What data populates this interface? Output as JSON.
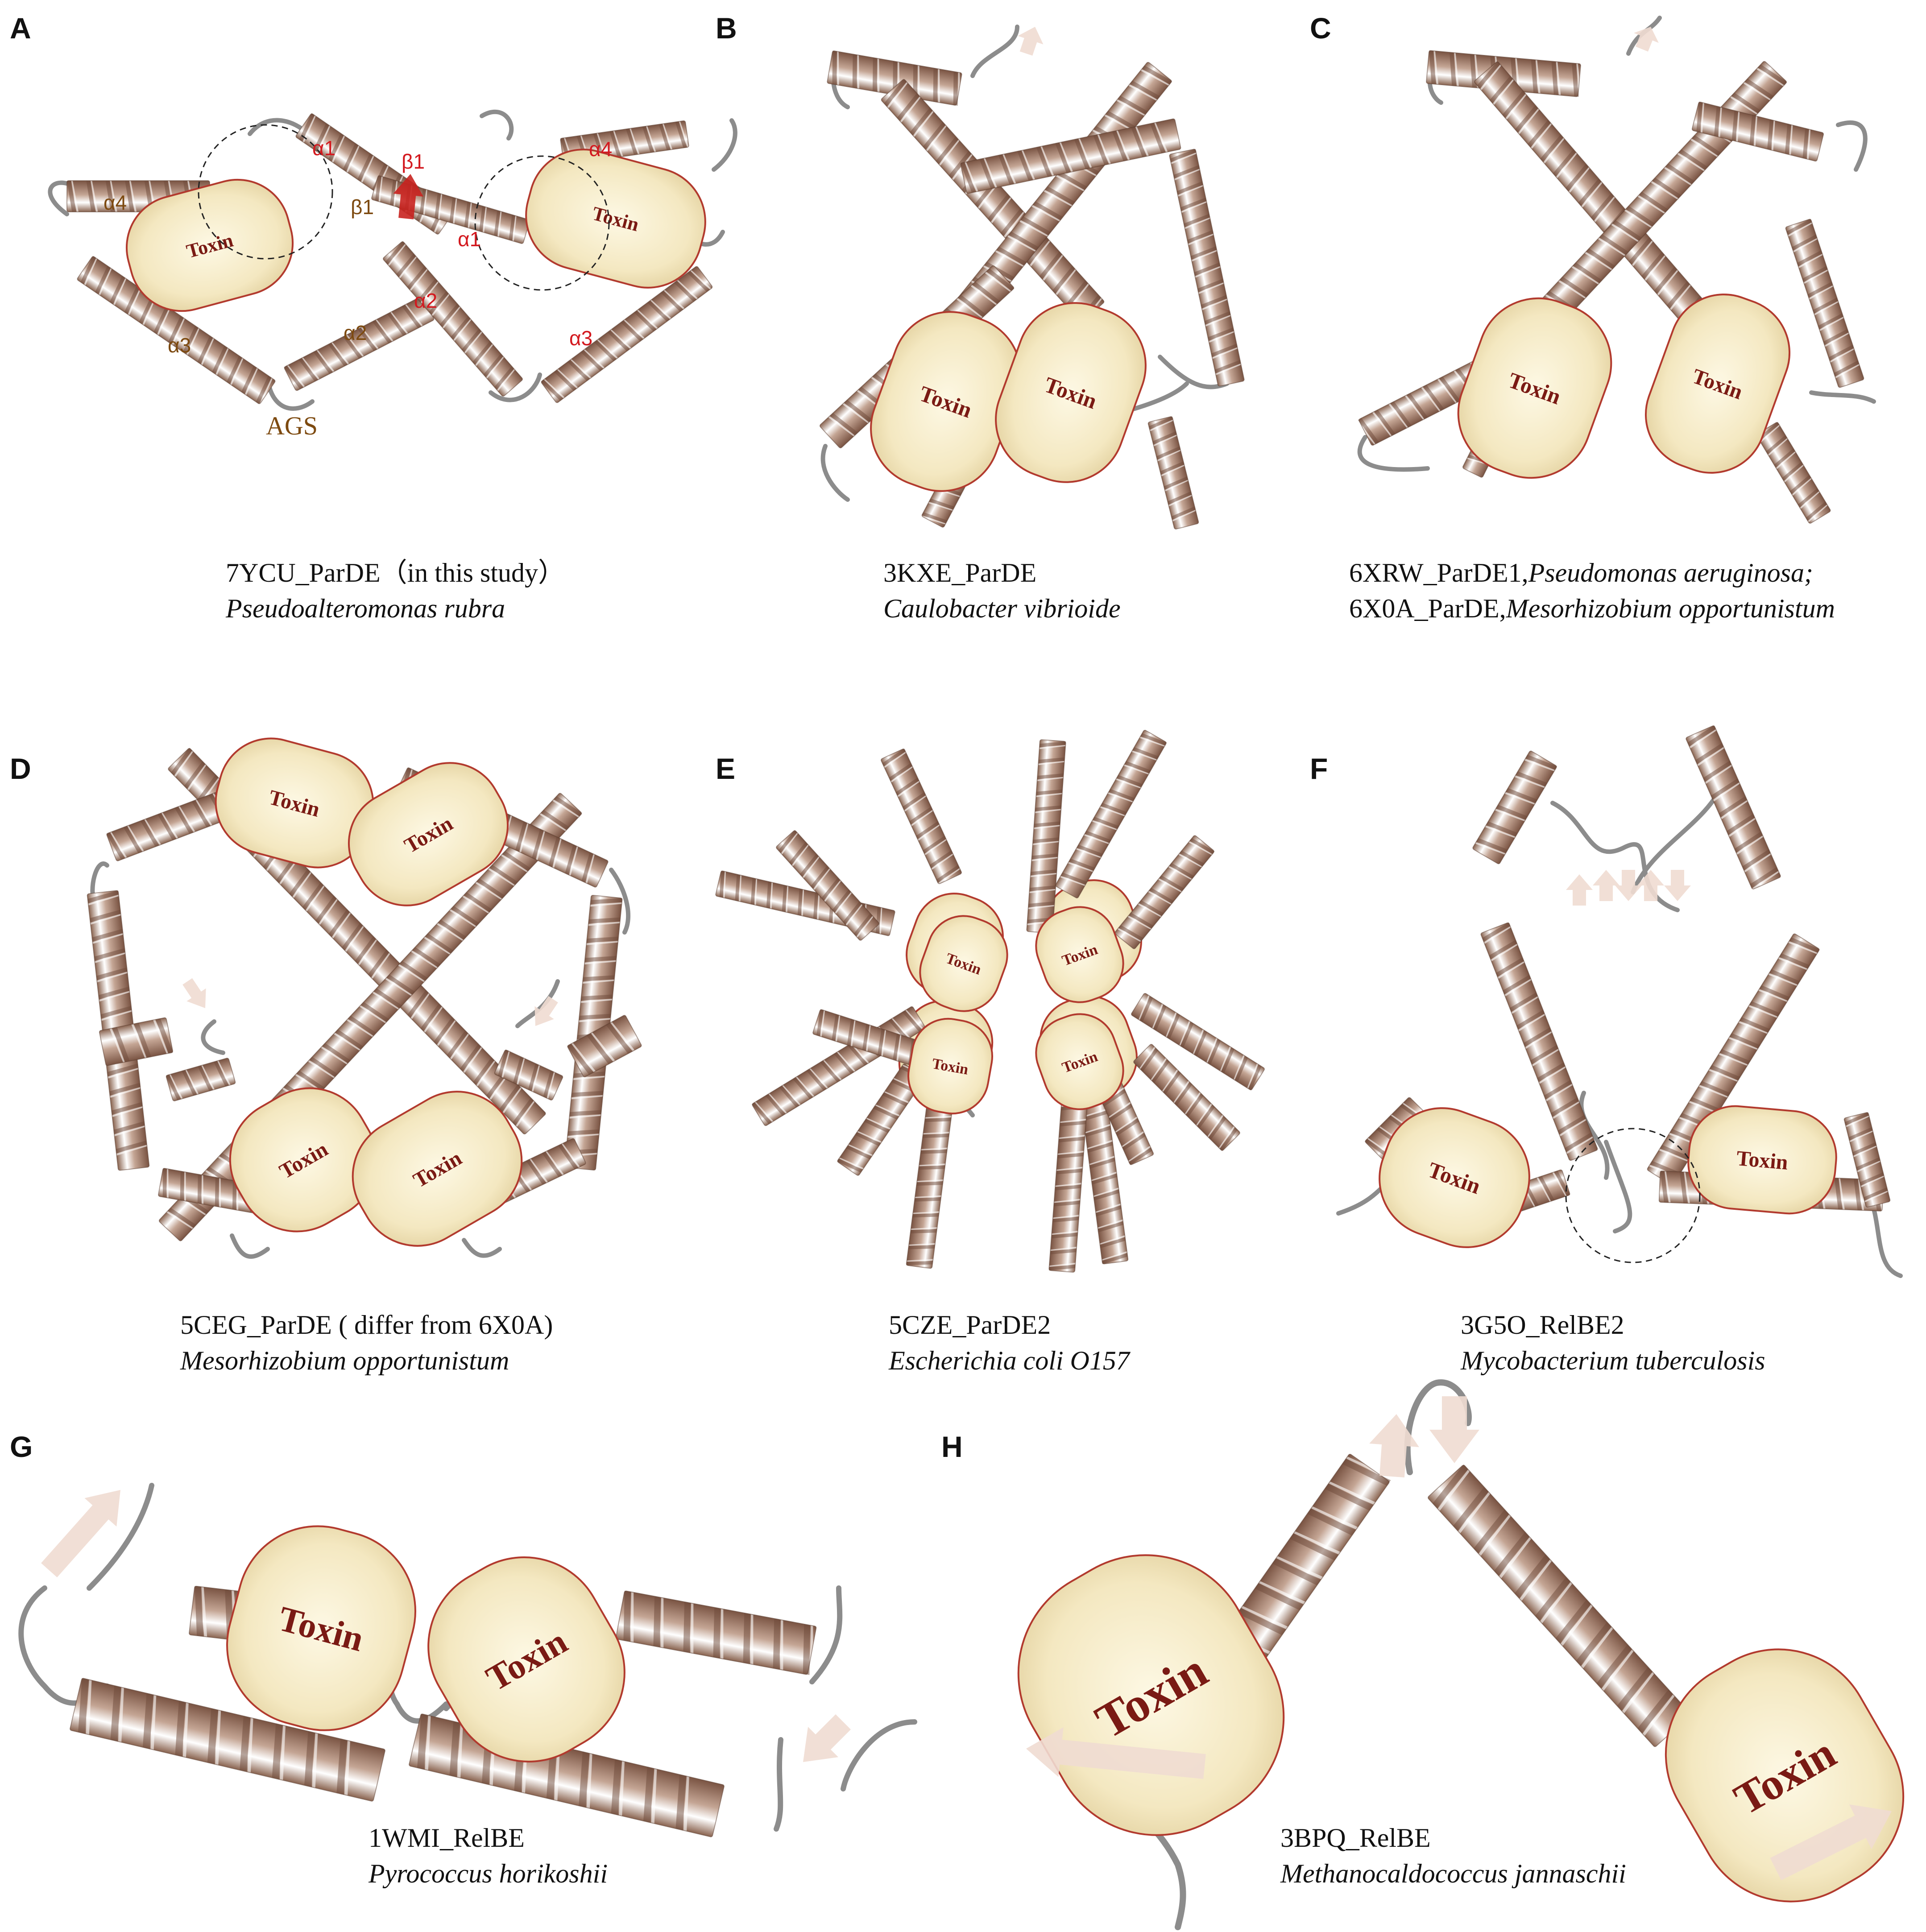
{
  "panels": [
    {
      "id": "A",
      "label": "A",
      "code": "7YCU_ParDE（in this study）",
      "species": "Pseudoalteromonas rubra",
      "species2_prefix": "",
      "species2": ""
    },
    {
      "id": "B",
      "label": "B",
      "code": "3KXE_ParDE",
      "species": "Caulobacter vibrioide",
      "species2_prefix": "",
      "species2": ""
    },
    {
      "id": "C",
      "label": "C",
      "code": "6XRW_ParDE1,",
      "species": "Pseudomonas aeruginosa;",
      "species2_prefix": "6X0A_ParDE,",
      "species2": "Mesorhizobium opportunistum"
    },
    {
      "id": "D",
      "label": "D",
      "code": "5CEG_ParDE ( differ from 6X0A)",
      "species": "Mesorhizobium opportunistum",
      "species2_prefix": "",
      "species2": ""
    },
    {
      "id": "E",
      "label": "E",
      "code": "5CZE_ParDE2",
      "species": "Escherichia coli O157",
      "species2_prefix": "",
      "species2": ""
    },
    {
      "id": "F",
      "label": "F",
      "code": "3G5O_RelBE2",
      "species": "Mycobacterium tuberculosis",
      "species2_prefix": "",
      "species2": ""
    },
    {
      "id": "G",
      "label": "G",
      "code": "1WMI_RelBE",
      "species": "Pyrococcus horikoshii",
      "species2_prefix": "",
      "species2": ""
    },
    {
      "id": "H",
      "label": "H",
      "code": "3BPQ_RelBE",
      "species": "Methanocaldococcus jannaschii",
      "species2_prefix": "",
      "species2": ""
    }
  ],
  "toxin_label": "Toxin",
  "panel_a_labels": {
    "a4_left": "α4",
    "b1_left": "β1",
    "a3_left": "α3",
    "a2_left": "α2",
    "ags": "AGS",
    "a1_red_left": "α1",
    "b1_red": "β1",
    "a1_red_right": "α1",
    "a2_red": "α2",
    "a4_red": "α4",
    "a3_red": "α3"
  },
  "colors": {
    "helix_dark": "#8a6450",
    "helix_mid": "#c6a896",
    "helix_light": "#ffffff",
    "toxin_fill": "#f6ecc6",
    "toxin_edge": "#b23a2e",
    "loop": "#8c8c8c",
    "strand": "#efdcd1",
    "red_label": "#d3191f",
    "brown_label": "#7d4a10"
  }
}
